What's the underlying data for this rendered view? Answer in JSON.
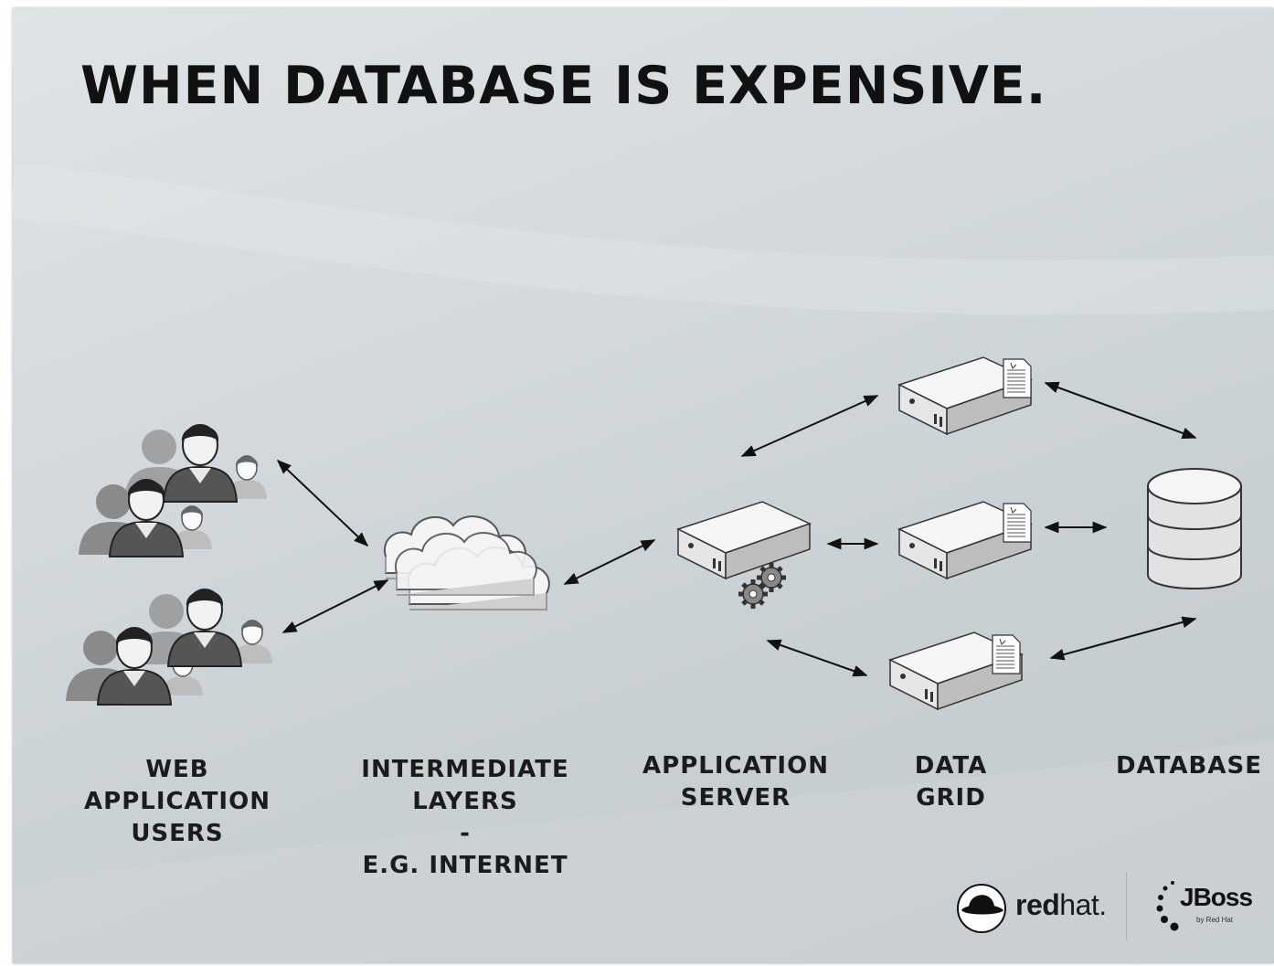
{
  "slide": {
    "title": "WHEN DATABASE IS EXPENSIVE."
  },
  "labels": {
    "users": "WEB\nAPPLICATION\nUSERS",
    "layers": "INTERMEDIATE\nLAYERS\n-\nE.G. INTERNET",
    "app_server": "APPLICATION\nSERVER",
    "data_grid": "DATA\nGRID",
    "database": "DATABASE"
  },
  "logos": {
    "redhat_bold": "red",
    "redhat_regular": "hat.",
    "jboss": "JBoss",
    "jboss_tag": "by Red Hat"
  },
  "icons": [
    "user-group-icon",
    "cloud-icon",
    "server-icon",
    "gear-icon",
    "document-icon",
    "database-icon",
    "redhat-logo-icon",
    "jboss-logo-icon"
  ],
  "colors": {
    "background": "#d3d9dc",
    "text": "#111111",
    "server_body": "#eeeeee",
    "arrow": "#111111"
  }
}
